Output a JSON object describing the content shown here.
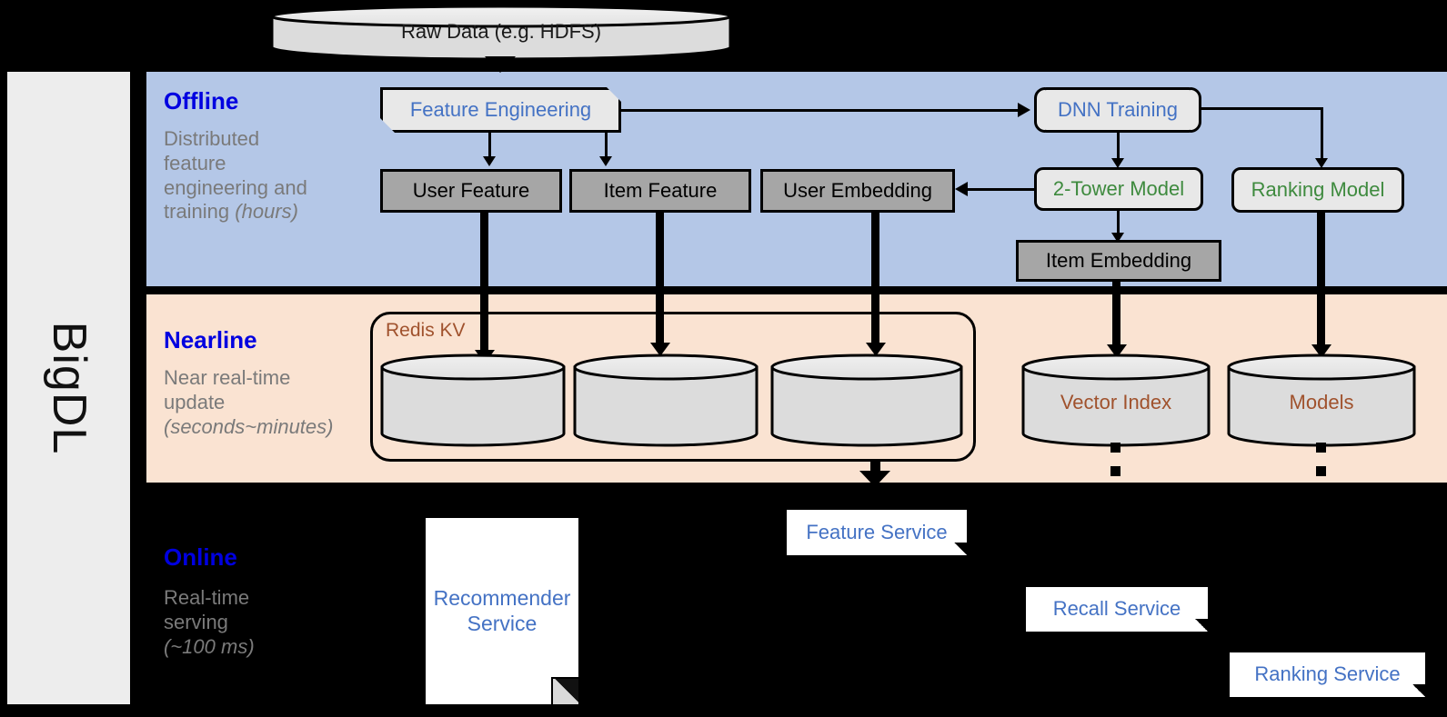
{
  "framework": {
    "name": "BigDL"
  },
  "top_source": {
    "label": "Raw Data (e.g. HDFS)"
  },
  "bands": {
    "offline": {
      "title": "Offline",
      "description_line1": "Distributed",
      "description_line2": "feature",
      "description_line3": "engineering and",
      "description_line4": "training ",
      "description_time": "(hours)"
    },
    "nearline": {
      "title": "Nearline",
      "description_line1": "Near real-time",
      "description_line2": "update",
      "description_time": "(seconds~minutes)"
    },
    "online": {
      "title": "Online",
      "description_line1": "Real-time",
      "description_line2": "serving",
      "description_time": "(~100 ms)"
    }
  },
  "offline_nodes": {
    "feature_engineering": "Feature Engineering",
    "dnn_training": "DNN Training",
    "user_feature": "User Feature",
    "item_feature": "Item Feature",
    "user_embedding": "User Embedding",
    "two_tower_model": "2-Tower Model",
    "ranking_model": "Ranking Model",
    "item_embedding": "Item Embedding"
  },
  "nearline_nodes": {
    "redis_kv": "Redis KV",
    "store_user_feature": "",
    "store_item_feature": "",
    "store_user_embedding": "",
    "vector_index": "Vector Index",
    "models": "Models"
  },
  "online_nodes": {
    "recommender_service": "Recommender\nService",
    "recommender_service_line1": "Recommender",
    "recommender_service_line2": "Service",
    "feature_service": "Feature Service",
    "recall_service": "Recall Service",
    "ranking_service": "Ranking Service"
  },
  "colors": {
    "offline_band": "#B4C7E7",
    "nearline_band": "#FAE3D2",
    "online_band": "#000000",
    "band_title": "#0000E0",
    "band_subtext": "#7A7A7A",
    "blue_text": "#4472C4",
    "green_text": "#3E8A3E",
    "brown_text": "#A0522D",
    "gray_box": "#A6A6A6",
    "light_box": "#E8E8E8",
    "sidebar": "#EDEDED"
  }
}
